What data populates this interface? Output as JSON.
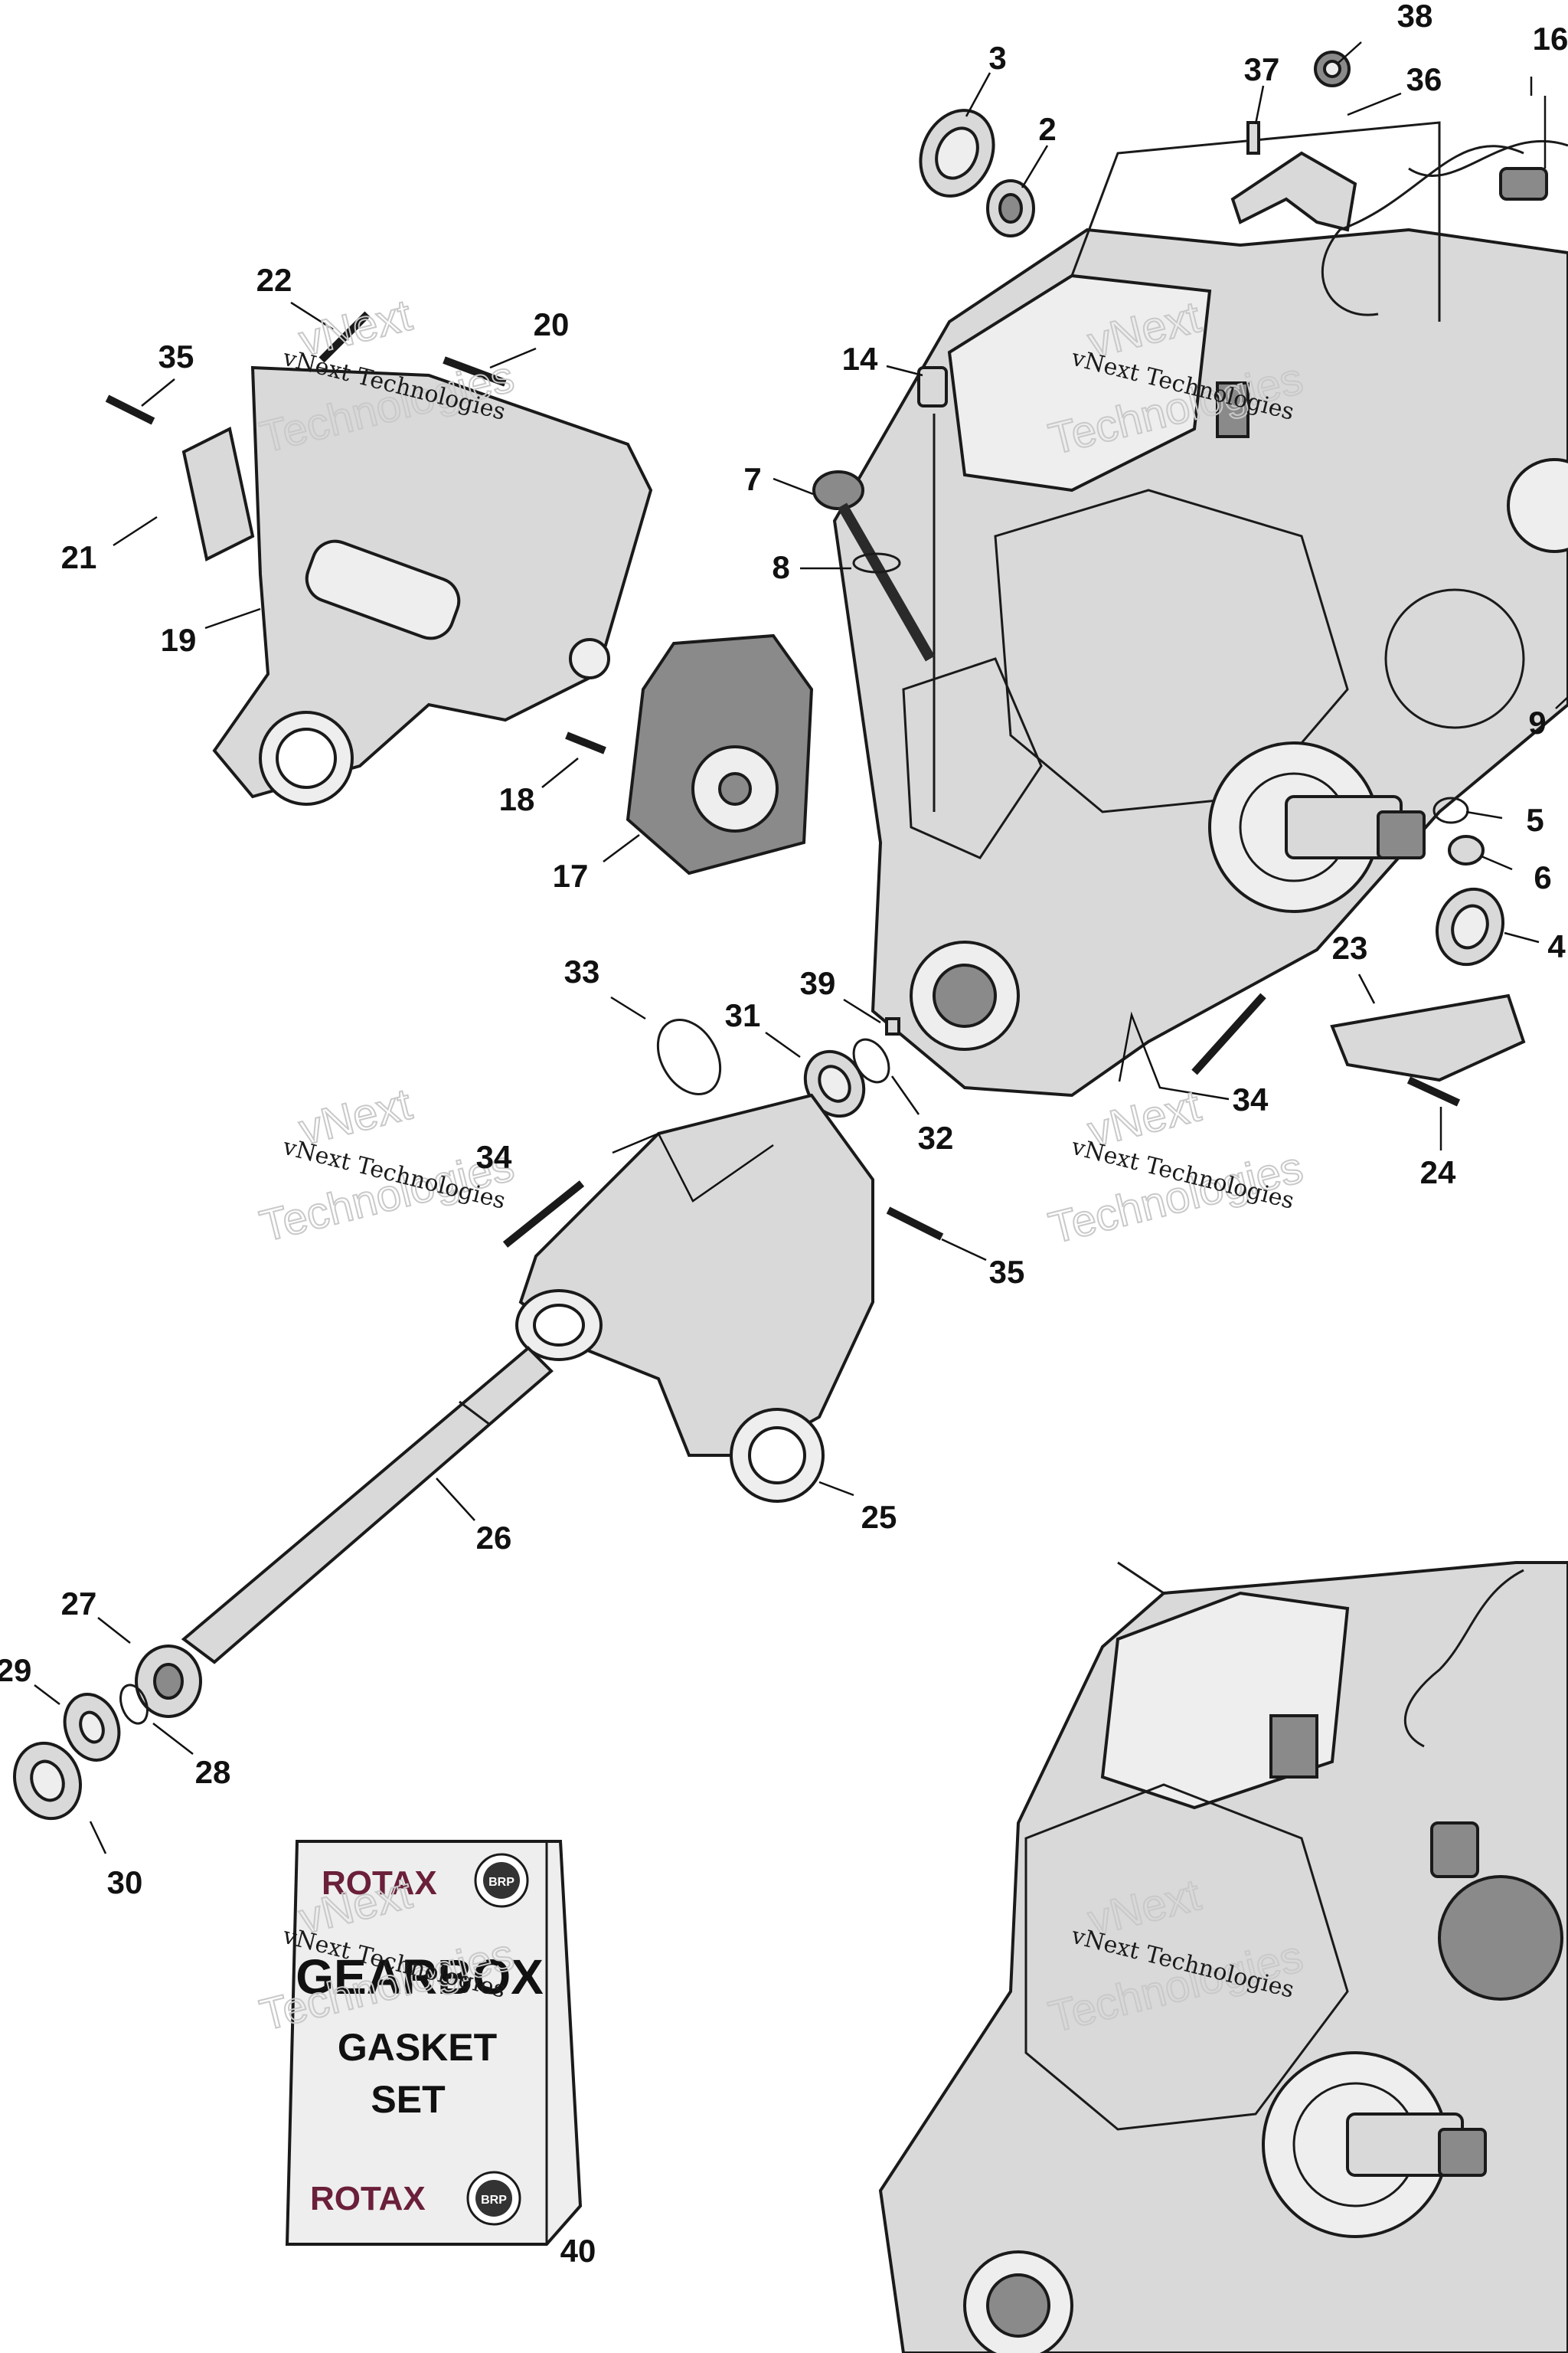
{
  "callouts": [
    {
      "id": "c3",
      "label": "3"
    },
    {
      "id": "c2",
      "label": "2"
    },
    {
      "id": "c37",
      "label": "37"
    },
    {
      "id": "c38",
      "label": "38"
    },
    {
      "id": "c36",
      "label": "36"
    },
    {
      "id": "c16",
      "label": "16"
    },
    {
      "id": "c22",
      "label": "22"
    },
    {
      "id": "c20",
      "label": "20"
    },
    {
      "id": "c35a",
      "label": "35"
    },
    {
      "id": "c21",
      "label": "21"
    },
    {
      "id": "c19",
      "label": "19"
    },
    {
      "id": "c14",
      "label": "14"
    },
    {
      "id": "c7",
      "label": "7"
    },
    {
      "id": "c8",
      "label": "8"
    },
    {
      "id": "c18",
      "label": "18"
    },
    {
      "id": "c17",
      "label": "17"
    },
    {
      "id": "c9",
      "label": "9"
    },
    {
      "id": "c5",
      "label": "5"
    },
    {
      "id": "c6",
      "label": "6"
    },
    {
      "id": "c4",
      "label": "4"
    },
    {
      "id": "c23",
      "label": "23"
    },
    {
      "id": "c33",
      "label": "33"
    },
    {
      "id": "c39",
      "label": "39"
    },
    {
      "id": "c31",
      "label": "31"
    },
    {
      "id": "c32",
      "label": "32"
    },
    {
      "id": "c34a",
      "label": "34"
    },
    {
      "id": "c34b",
      "label": "34"
    },
    {
      "id": "c24",
      "label": "24"
    },
    {
      "id": "c35b",
      "label": "35"
    },
    {
      "id": "c26",
      "label": "26"
    },
    {
      "id": "c25",
      "label": "25"
    },
    {
      "id": "c27",
      "label": "27"
    },
    {
      "id": "c29",
      "label": "29"
    },
    {
      "id": "c28",
      "label": "28"
    },
    {
      "id": "c30",
      "label": "30"
    },
    {
      "id": "c40",
      "label": "40"
    }
  ],
  "watermark": {
    "line1": "vNext Technologies",
    "ghost_top": "vNext",
    "ghost_bottom": "Technologies"
  },
  "gasket_box": {
    "brand": "ROTAX",
    "badge": "BRP",
    "title": "GEARBOX",
    "line2": "GASKET",
    "line3": "SET"
  }
}
